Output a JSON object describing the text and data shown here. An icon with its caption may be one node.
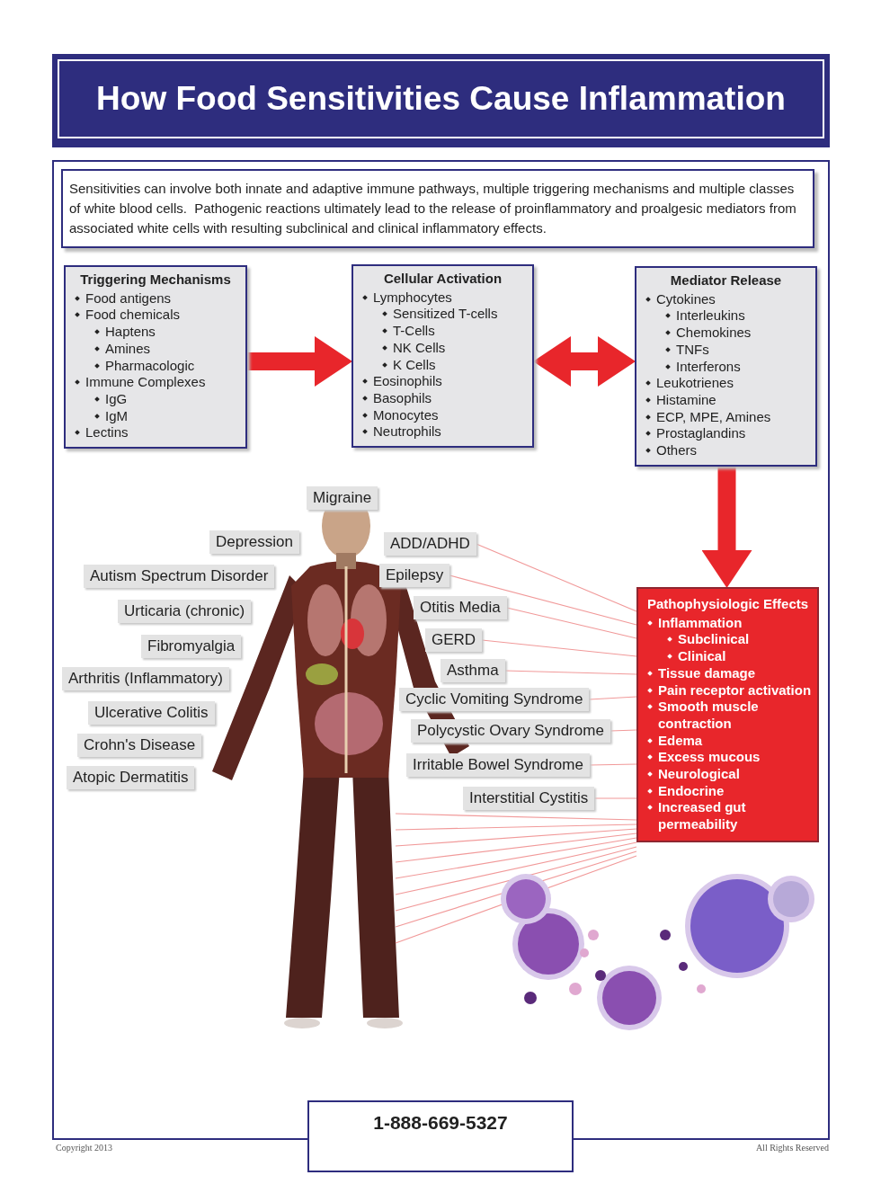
{
  "diagram": {
    "title": "How Food Sensitivities Cause Inflammation",
    "nodes": [
      {
        "text": [
          "Sensitivities can involve both innate and adaptive immune pathways, multiple triggering mechanisms and multiple classes of white blood cells.  Pathogenic reactions ultimately lead to the release of proinflammatory and proalgesic mediators from associated white cells with resulting subclinical and clinical inflammatory effects."
        ]
      },
      {
        "text": [
          "Triggering Mechanisms",
          "Food antigens",
          "Food chemicals",
          "Haptens",
          "Amines",
          "Pharmacologic",
          "Immune Complexes",
          "IgG",
          "IgM",
          "Lectins"
        ]
      },
      {
        "text": [
          "Cellular Activation",
          "Lymphocytes",
          "Sensitized T-cells",
          "T-Cells",
          "NK Cells",
          "K Cells",
          "Eosinophils",
          "Basophils",
          "Monocytes",
          "Neutrophils"
        ]
      },
      {
        "text": [
          "Mediator Release",
          "Cytokines",
          "Interleukins",
          "Chemokines",
          "TNFs",
          "Interferons",
          "Leukotrienes",
          "Histamine",
          "ECP, MPE, Amines",
          "Prostaglandins",
          "Others"
        ]
      },
      {
        "text": [
          "Pathophysiologic Effects",
          "Inflammation",
          "Subclinical",
          "Clinical",
          "Tissue damage",
          "Pain receptor activation",
          "Smooth muscle contraction",
          "Edema",
          "Excess mucous",
          "Neurological",
          "Endocrine",
          "Increased gut permeability"
        ]
      },
      {
        "text": [
          "Migraine"
        ]
      },
      {
        "text": [
          "Depression"
        ]
      },
      {
        "text": [
          "ADD/ADHD"
        ]
      },
      {
        "text": [
          "Autism Spectrum Disorder"
        ]
      },
      {
        "text": [
          "Epilepsy"
        ]
      },
      {
        "text": [
          "Urticaria (chronic)"
        ]
      },
      {
        "text": [
          "Otitis Media"
        ]
      },
      {
        "text": [
          "Fibromyalgia"
        ]
      },
      {
        "text": [
          "GERD"
        ]
      },
      {
        "text": [
          "Arthritis (Inflammatory)"
        ]
      },
      {
        "text": [
          "Asthma"
        ]
      },
      {
        "text": [
          "Cyclic Vomiting Syndrome"
        ]
      },
      {
        "text": [
          "Ulcerative Colitis"
        ]
      },
      {
        "text": [
          "Polycystic Ovary Syndrome"
        ]
      },
      {
        "text": [
          "Crohn's Disease"
        ]
      },
      {
        "text": [
          "Irritable Bowel Syndrome"
        ]
      },
      {
        "text": [
          "Atopic Dermatitis"
        ]
      },
      {
        "text": [
          "Interstitial Cystitis"
        ]
      },
      {
        "text": [
          "1-888-669-5327"
        ]
      }
    ],
    "edges": [
      {
        "from": 1,
        "to": 2,
        "arrow": "to",
        "style": "thick",
        "color": "#e8262b"
      },
      {
        "from": 2,
        "to": 3,
        "arrow": "both",
        "style": "thick",
        "color": "#e8262b"
      },
      {
        "from": 3,
        "to": 4,
        "arrow": "to",
        "style": "thick",
        "color": "#e8262b"
      },
      {
        "from": 4,
        "to": 7,
        "arrow": "none"
      },
      {
        "from": 4,
        "to": 9,
        "arrow": "none"
      },
      {
        "from": 4,
        "to": 11,
        "arrow": "none"
      },
      {
        "from": 4,
        "to": 13,
        "arrow": "none"
      },
      {
        "from": 4,
        "to": 15,
        "arrow": "none"
      },
      {
        "from": 4,
        "to": 16,
        "arrow": "none"
      },
      {
        "from": 4,
        "to": 18,
        "arrow": "none"
      },
      {
        "from": 4,
        "to": 20,
        "arrow": "none"
      },
      {
        "from": 4,
        "to": 22,
        "arrow": "none"
      }
    ],
    "labels": [
      "Copyright 2013",
      "All Rights Reserved"
    ]
  }
}
